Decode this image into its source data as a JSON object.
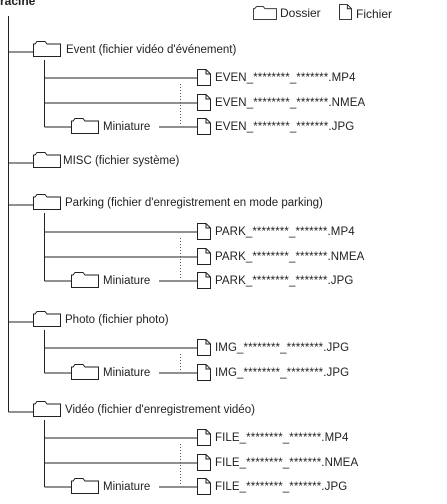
{
  "title": "racine",
  "legend": {
    "folder": "Dossier",
    "file": "Fichier"
  },
  "folders": {
    "event": "Event (fichier vidéo d'événement)",
    "misc": "MISC (fichier système)",
    "parking": "Parking (fichier d'enregistrement en mode parking)",
    "photo": "Photo (fichier photo)",
    "video": "Vidéo (fichier d'enregistrement vidéo)"
  },
  "thumbnail_label": "Miniature",
  "files": {
    "event": [
      "EVEN_********_*******.MP4",
      "EVEN_********_*******.NMEA",
      "EVEN_********_*******.JPG"
    ],
    "parking": [
      "PARK_********_*******.MP4",
      "PARK_********_*******.NMEA",
      "PARK_********_*******.JPG"
    ],
    "photo": [
      "IMG_********_********.JPG",
      "IMG_********_********.JPG"
    ],
    "video": [
      "FILE_********_*******.MP4",
      "FILE_********_*******.NMEA",
      "FILE_********_*******.JPG"
    ]
  }
}
